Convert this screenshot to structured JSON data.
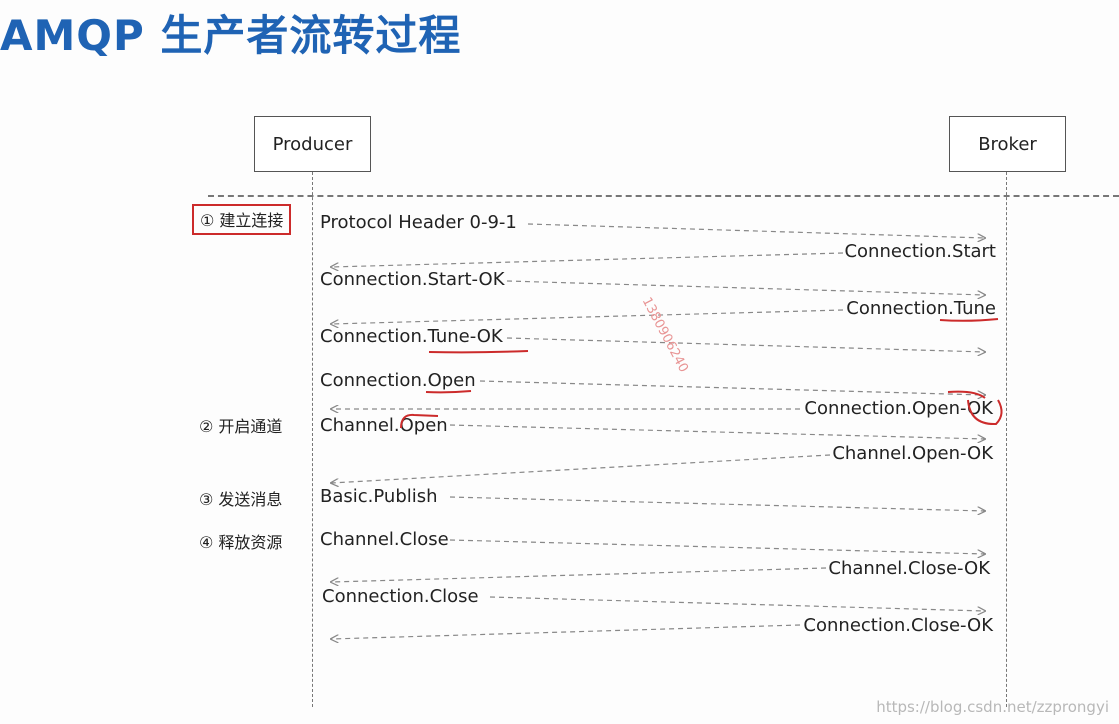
{
  "title": "AMQP 生产者流转过程",
  "actors": {
    "producer": "Producer",
    "broker": "Broker"
  },
  "phases": [
    "① 建立连接",
    "② 开启通道",
    "③ 发送消息",
    "④ 释放资源"
  ],
  "messages": [
    {
      "label": "Protocol Header 0-9-1",
      "direction": "to-broker"
    },
    {
      "label": "Connection.Start",
      "direction": "to-producer"
    },
    {
      "label": "Connection.Start-OK",
      "direction": "to-broker"
    },
    {
      "label": "Connection.Tune",
      "direction": "to-producer"
    },
    {
      "label": "Connection.Tune-OK",
      "direction": "to-broker"
    },
    {
      "label": "Connection.Open",
      "direction": "to-broker"
    },
    {
      "label": "Connection.Open-OK",
      "direction": "to-producer"
    },
    {
      "label": "Channel.Open",
      "direction": "to-broker"
    },
    {
      "label": "Channel.Open-OK",
      "direction": "to-producer"
    },
    {
      "label": "Basic.Publish",
      "direction": "to-broker"
    },
    {
      "label": "Channel.Close",
      "direction": "to-broker"
    },
    {
      "label": "Channel.Close-OK",
      "direction": "to-producer"
    },
    {
      "label": "Connection.Close",
      "direction": "to-broker"
    },
    {
      "label": "Connection.Close-OK",
      "direction": "to-producer"
    }
  ],
  "watermark_number": "1380906240",
  "watermark_url": "https://blog.csdn.net/zzprongyi",
  "colors": {
    "title": "#1f63b4",
    "annotation": "#cc2b2b",
    "arrow": "#888888",
    "lifeline": "#777777"
  }
}
